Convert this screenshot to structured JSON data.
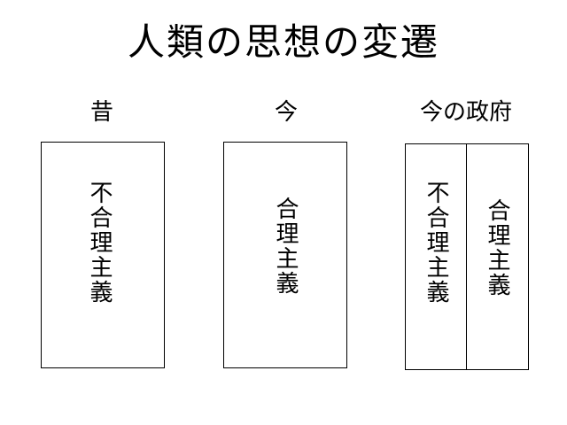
{
  "title": "人類の思想の変遷",
  "columns": {
    "past": {
      "heading": "昔",
      "text": "不合理主義"
    },
    "present": {
      "heading": "今",
      "text": "合理主義"
    },
    "government": {
      "heading": "今の政府",
      "left_text": "不合理主義",
      "right_text": "合理主義"
    }
  }
}
